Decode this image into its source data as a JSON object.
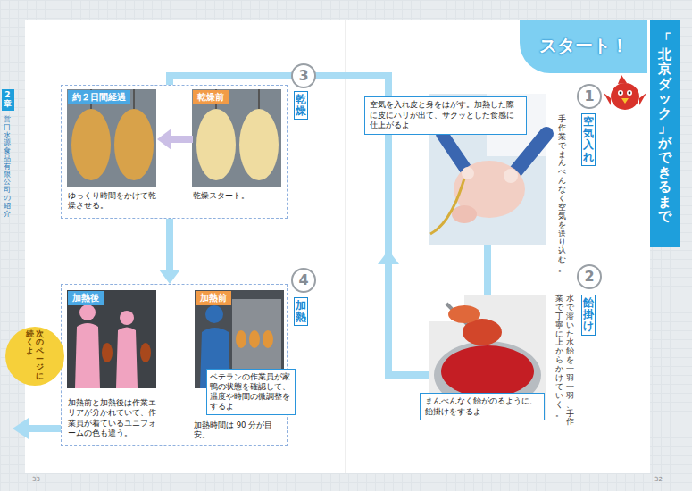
{
  "diagram": {
    "title": "「北京ダック」ができるまで",
    "nodes": [
      {
        "text": [
          "スタート！"
        ]
      },
      {
        "text": [
          "1"
        ]
      },
      {
        "text": [
          "空気入れ",
          "手作業でまんべんなく空気を送り込む。"
        ]
      },
      {
        "text": [
          "空気を入れ皮と身をはがす。加熱した際に皮にハリが出て、サクッとした食感に仕上がるよ"
        ],
        "in": 2
      },
      {
        "text": [
          "2"
        ]
      },
      {
        "text": [
          "飴掛け",
          "水で溶いた水飴を一羽一羽、手作業で丁寧に上からかけていく。"
        ]
      },
      {
        "text": [
          "まんべんなく飴がのるように、飴掛けをするよ"
        ],
        "in": 5
      },
      {
        "text": [
          "3"
        ]
      },
      {
        "text": [
          "乾燥"
        ]
      },
      {
        "text": [
          "乾燥前",
          "乾燥スタート。"
        ],
        "in": 8
      },
      {
        "text": [
          "約２日間経過",
          "ゆっくり時間をかけて乾燥させる。"
        ],
        "in": 8
      },
      {
        "text": [
          "4"
        ]
      },
      {
        "text": [
          "加熱"
        ]
      },
      {
        "text": [
          "加熱前",
          "加熱時間は 90 分が目安。"
        ],
        "in": 12
      },
      {
        "text": [
          "ベテランの作業員が家鴨の状態を確認して、温度や時間の微調整をするよ"
        ],
        "in": 13
      },
      {
        "text": [
          "加熱後",
          "加熱前と加熱後は作業エリアが分かれていて、作業員が着ているユニフォームの色も違う。"
        ],
        "in": 12
      },
      {
        "text": [
          "次のページに続くよ"
        ]
      },
      {
        "text": [
          "2章"
        ]
      }
    ],
    "edges": [
      {
        "from": 2,
        "to": 5,
        "arrow": "none"
      },
      {
        "from": 5,
        "to": 8,
        "arrow": "to"
      },
      {
        "from": 9,
        "to": 10,
        "arrow": "to"
      },
      {
        "from": 8,
        "to": 12,
        "arrow": "to"
      }
    ],
    "labels": [
      "営口水源食品有限公司の紹介",
      "33",
      "32"
    ]
  }
}
